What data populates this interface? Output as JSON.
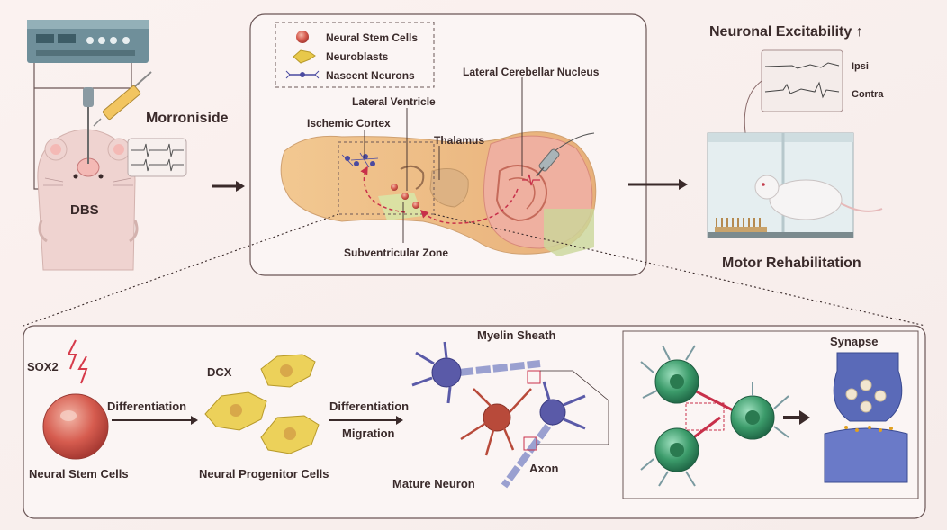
{
  "top": {
    "morroniside": "Morroniside",
    "dbs": "DBS",
    "neuronal_excitability": "Neuronal Excitability ↑",
    "ipsi": "Ipsi",
    "contra": "Contra",
    "motor_rehabilitation": "Motor Rehabilitation"
  },
  "legend": {
    "items": [
      {
        "label": "Neural Stem Cells",
        "icon": "stem-cell-icon"
      },
      {
        "label": "Neuroblasts",
        "icon": "neuroblast-icon"
      },
      {
        "label": "Nascent Neurons",
        "icon": "nascent-neuron-icon"
      }
    ]
  },
  "brain": {
    "lateral_cerebellar_nucleus": "Lateral Cerebellar Nucleus",
    "lateral_ventricle": "Lateral Ventricle",
    "ischemic_cortex": "Ischemic Cortex",
    "thalamus": "Thalamus",
    "subventricular_zone": "Subventricular Zone"
  },
  "bottom": {
    "sox2": "SOX2",
    "dcx": "DCX",
    "differentiation_1": "Differentiation",
    "differentiation_2": "Differentiation",
    "migration": "Migration",
    "neural_stem_cells": "Neural Stem Cells",
    "neural_progenitor_cells": "Neural Progenitor Cells",
    "myelin_sheath": "Myelin Sheath",
    "axon": "Axon",
    "mature_neuron": "Mature Neuron",
    "synapse": "Synapse"
  },
  "colors": {
    "background": "#fbf5f4",
    "panel_border": "#6b5656",
    "stem_cell": "#d45b4f",
    "progenitor": "#e8c84a",
    "neuron_blue": "#5a5aa8",
    "neuron_red": "#b84a3a",
    "green_cell": "#3a9a6a",
    "synapse_blue": "#5a6ab8",
    "accent_red": "#c8304a"
  }
}
